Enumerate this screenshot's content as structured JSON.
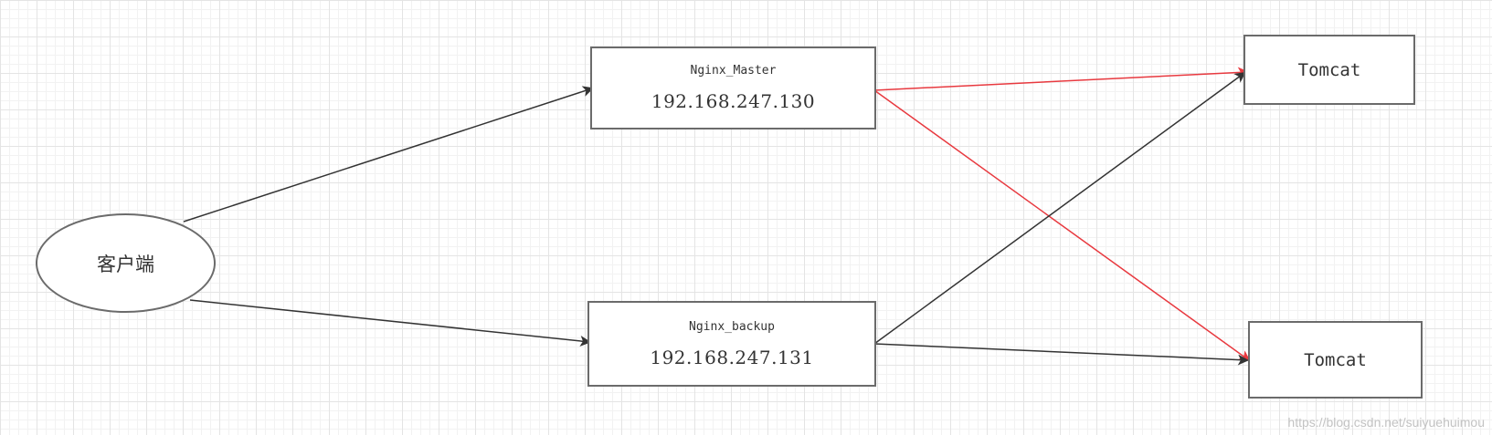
{
  "nodes": {
    "client": {
      "label": "客户端"
    },
    "master": {
      "name": "Nginx_Master",
      "ip": "192.168.247.130"
    },
    "backup": {
      "name": "Nginx_backup",
      "ip": "192.168.247.131"
    },
    "tomcat_top": {
      "label": "Tomcat"
    },
    "tomcat_bottom": {
      "label": "Tomcat"
    }
  },
  "edges": [
    {
      "from": "client",
      "to": "master",
      "color": "#333333"
    },
    {
      "from": "client",
      "to": "backup",
      "color": "#333333"
    },
    {
      "from": "master",
      "to": "tomcat_top",
      "color": "#e8393f"
    },
    {
      "from": "master",
      "to": "tomcat_bottom",
      "color": "#e8393f"
    },
    {
      "from": "backup",
      "to": "tomcat_top",
      "color": "#333333"
    },
    {
      "from": "backup",
      "to": "tomcat_bottom",
      "color": "#333333"
    }
  ],
  "watermark": "https://blog.csdn.net/suiyuehuimou"
}
